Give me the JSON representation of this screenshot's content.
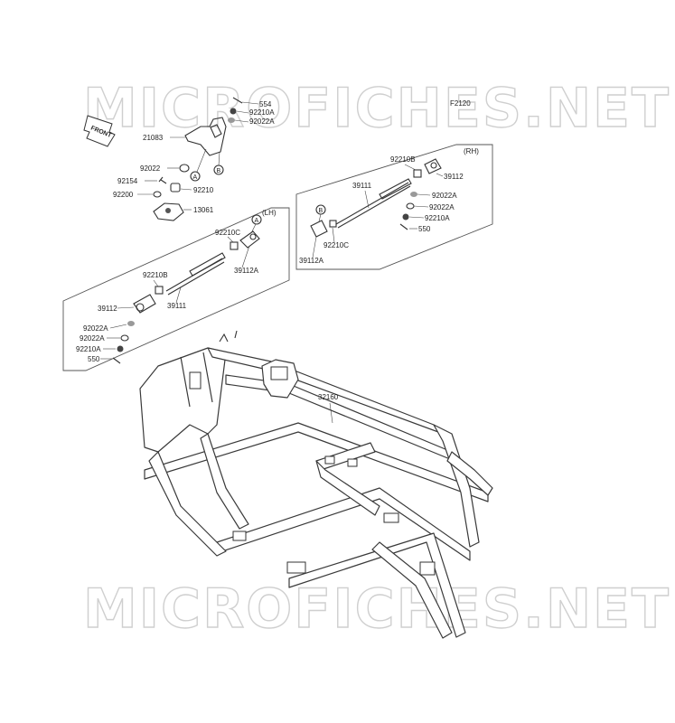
{
  "watermark": "MICROFICHES.NET",
  "figure_code": "F2120",
  "front_label": "FRONT",
  "panels": {
    "left": "(LH)",
    "right": "(RH)"
  },
  "refs": {
    "a": "A",
    "b": "B"
  },
  "labels": {
    "p554": "554",
    "p92210A_top": "92210A",
    "p92022A_top": "92022A",
    "p21083": "21083",
    "p92022": "92022",
    "p92154": "92154",
    "p92210": "92210",
    "p92200": "92200",
    "p13061": "13061",
    "lh_92210C": "92210C",
    "lh_39112A": "39112A",
    "lh_92210B": "92210B",
    "lh_39112": "39112",
    "lh_39111": "39111",
    "lh_92022A_1": "92022A",
    "lh_92022A_2": "92022A",
    "lh_92210A": "92210A",
    "lh_550": "550",
    "rh_92210B": "92210B",
    "rh_39112": "39112",
    "rh_39111": "39111",
    "rh_92022A_1": "92022A",
    "rh_92022A_2": "92022A",
    "rh_92210A": "92210A",
    "rh_550": "550",
    "rh_92210C": "92210C",
    "rh_39112A": "39112A",
    "frame_32160": "32160"
  }
}
